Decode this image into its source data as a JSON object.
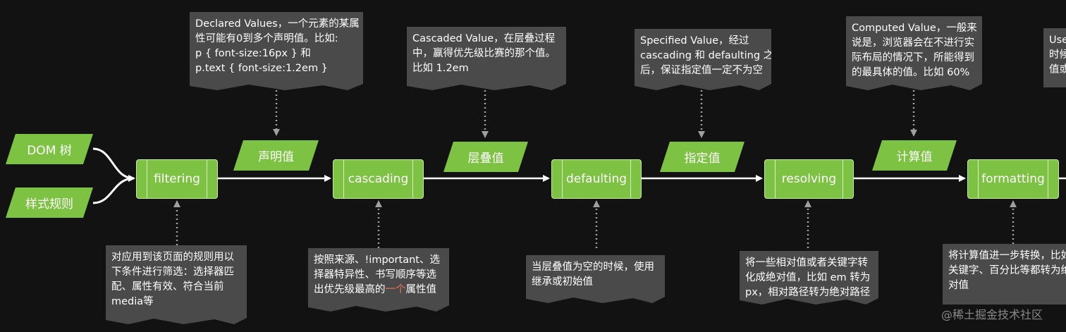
{
  "inputs": [
    "DOM 树",
    "样式规则"
  ],
  "processes": [
    "filtering",
    "cascading",
    "defaulting",
    "resolving",
    "formatting"
  ],
  "values": [
    "声明值",
    "层叠值",
    "指定值",
    "计算值"
  ],
  "top_notes": [
    [
      "Declared Values，一个元素的某属",
      "性可能有0到多个声明值。比如:",
      "p { font-size:16px } 和",
      "p.text { font-size:1.2em }"
    ],
    [
      "Cascaded Value，在层叠过程",
      "中，赢得优先级比赛的那个值。",
      "比如 1.2em"
    ],
    [
      "Specified Value，经过",
      "cascading 和 defaulting 之",
      "后，保证指定值一定不为空"
    ],
    [
      "Computed Value，一般来",
      "说是，浏览器会在不进行实",
      "际布局的情况下，所能得到",
      "的最具体的值。比如 60%"
    ],
    [
      "Use",
      "时候",
      "值或"
    ]
  ],
  "bottom_notes": [
    [
      "对应用到该页面的规则用以",
      "下条件进行筛选：选择器匹",
      "配、属性有效、符合当前",
      "media等"
    ],
    [
      "按照来源、!important、选",
      "择器特异性、书写顺序等选"
    ],
    [
      "当层叠值为空的时候，使用",
      "继承或初始值"
    ],
    [
      "将一些相对值或者关键字转",
      "化成绝对值，比如 em 转为",
      "px，相对路径转为绝对路径"
    ],
    [
      "将计算值进一步转换，比如",
      "关键字、百分比等都转为绝",
      "对值"
    ]
  ],
  "cascading_last_line": {
    "before": "出优先级最高的",
    "highlight": "一个",
    "after": "属性值"
  },
  "watermark": "@稀土掘金技术社区",
  "colors": {
    "background": "#121212",
    "green": "#7dc242",
    "note": "#4a4a4a",
    "arrow": "#ffffff",
    "dotted": "#9a9a9a",
    "highlight": "#e8705c"
  }
}
